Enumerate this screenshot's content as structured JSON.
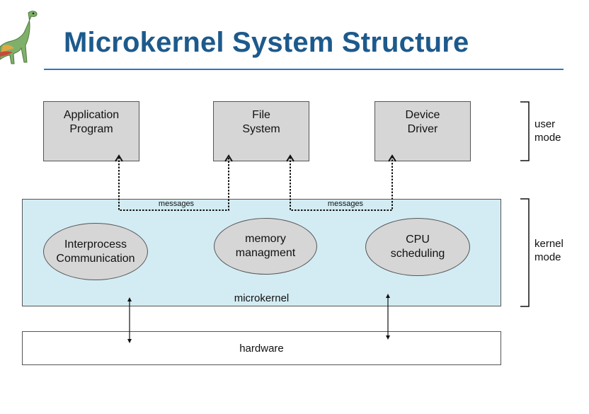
{
  "slide": {
    "title": "Microkernel System Structure"
  },
  "user_space": {
    "application": "Application\nProgram",
    "file_system": "File\nSystem",
    "device_driver": "Device\nDriver"
  },
  "messages": {
    "left": "messages",
    "right": "messages"
  },
  "kernel": {
    "ipc": "Interprocess\nCommunication",
    "memory": "memory\nmanagment",
    "cpu": "CPU\nscheduling",
    "label": "microkernel"
  },
  "hardware": {
    "label": "hardware"
  },
  "modes": {
    "user": "user\nmode",
    "kernel": "kernel\nmode"
  },
  "colors": {
    "title": "#1d5a8c",
    "rule": "#2a78c2",
    "box_fill": "#d6d6d6",
    "kernel_fill": "#d3ecf4"
  }
}
